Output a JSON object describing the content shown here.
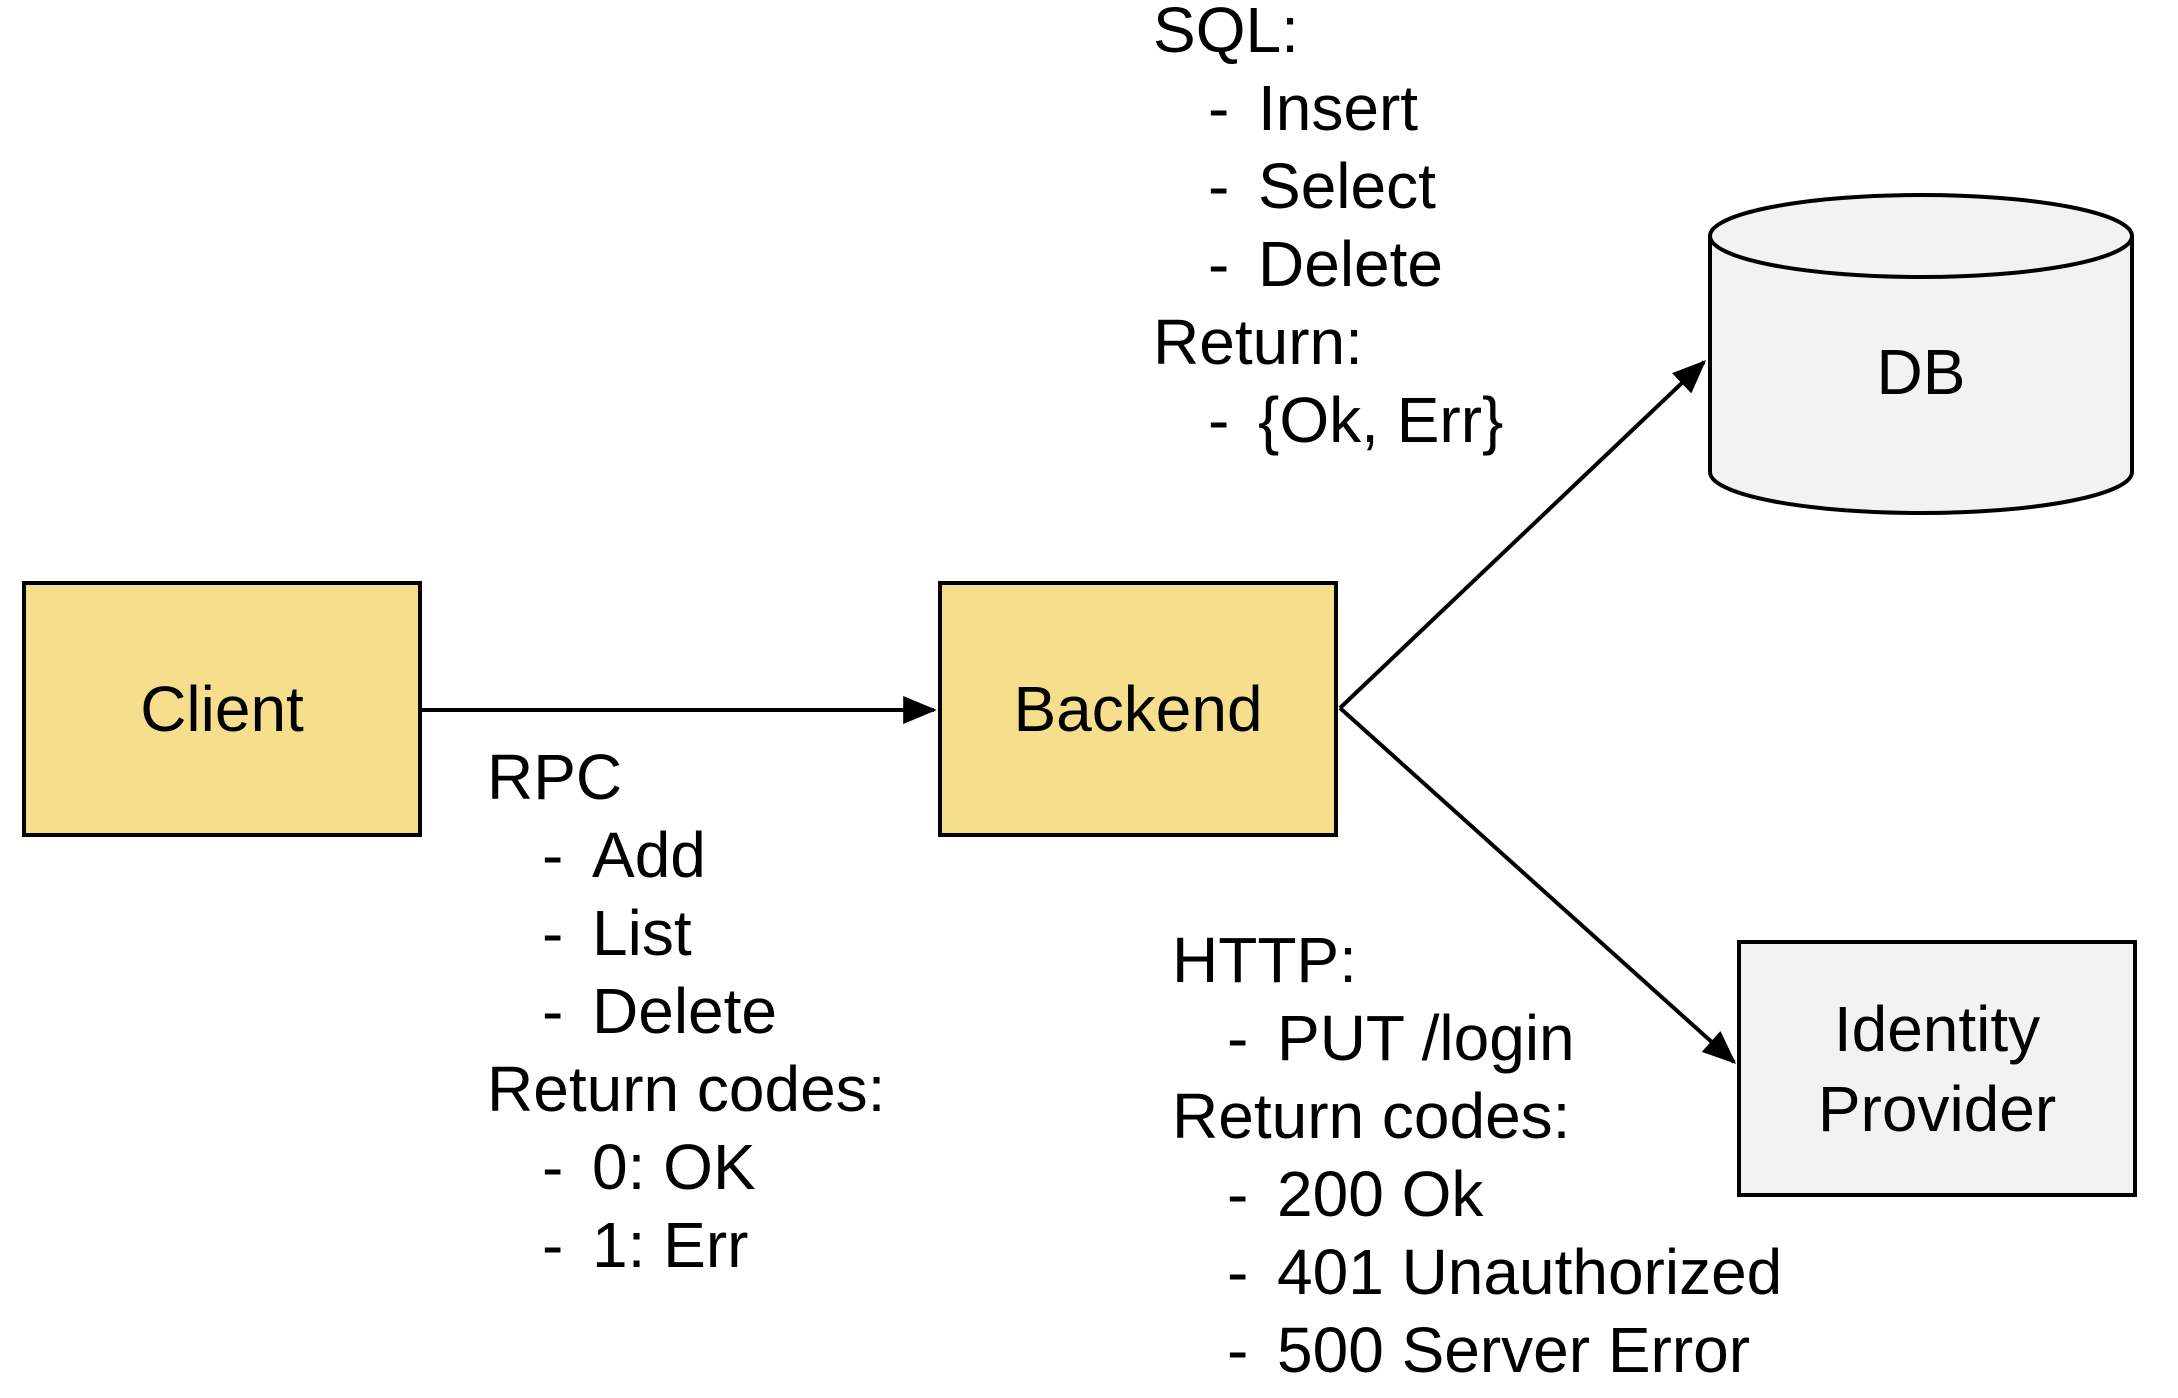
{
  "diagram": {
    "bullet": "-",
    "nodes": {
      "client": {
        "label": "Client",
        "shape": "rectangle",
        "fill": "#F6DF8C"
      },
      "backend": {
        "label": "Backend",
        "shape": "rectangle",
        "fill": "#F6DF8C"
      },
      "db": {
        "label": "DB",
        "shape": "cylinder",
        "fill": "#F2F2F2"
      },
      "identity_provider": {
        "label": "Identity Provider",
        "shape": "rectangle",
        "fill": "#F2F2F2"
      }
    },
    "edges": {
      "client_backend": {
        "from": "Client",
        "to": "Backend",
        "annotation": {
          "title": "RPC",
          "items": [
            "Add",
            "List",
            "Delete"
          ],
          "subtitle": "Return codes:",
          "subitems": [
            "0: OK",
            "1: Err"
          ]
        }
      },
      "backend_db": {
        "from": "Backend",
        "to": "DB",
        "annotation": {
          "title": "SQL:",
          "items": [
            "Insert",
            "Select",
            "Delete"
          ],
          "subtitle": "Return:",
          "subitems": [
            "{Ok, Err}"
          ]
        }
      },
      "backend_identity_provider": {
        "from": "Backend",
        "to": "Identity Provider",
        "annotation": {
          "title": "HTTP:",
          "items": [
            "PUT /login"
          ],
          "subtitle": "Return codes:",
          "subitems": [
            "200 Ok",
            "401 Unauthorized",
            "500 Server Error"
          ]
        }
      }
    },
    "colors": {
      "stroke": "#000000",
      "yellow_fill": "#F6DF8C",
      "gray_fill": "#F2F2F2",
      "background": "#FFFFFF"
    }
  }
}
